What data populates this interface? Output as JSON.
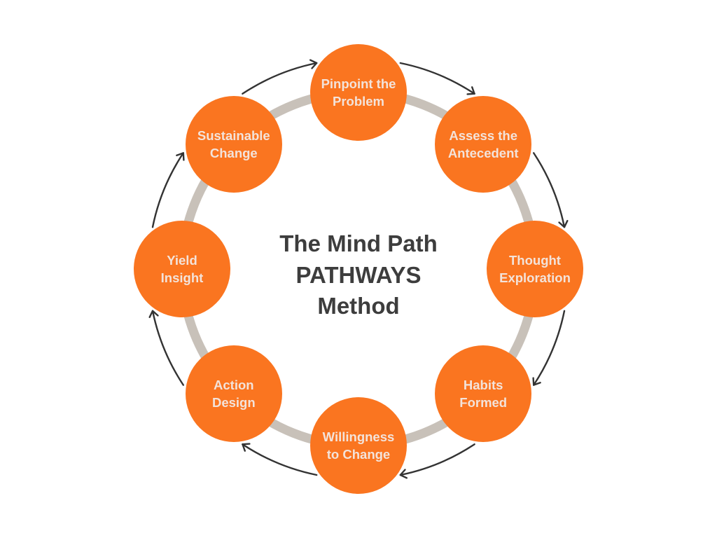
{
  "diagram": {
    "title_lines": [
      "The Mind Path",
      "PATHWAYS",
      "Method"
    ],
    "colors": {
      "node_fill": "#FA7520",
      "node_text": "#F3E3DA",
      "ring": "#C8C1B9",
      "arrow": "#333333",
      "title_text": "#3D3D3D",
      "background": "#FFFFFF"
    },
    "flow_direction": "clockwise",
    "nodes": [
      {
        "id": "pinpoint-the-problem",
        "lines": [
          "Pinpoint the",
          "Problem"
        ]
      },
      {
        "id": "assess-the-antecedent",
        "lines": [
          "Assess the",
          "Antecedent"
        ]
      },
      {
        "id": "thought-exploration",
        "lines": [
          "Thought",
          "Exploration"
        ]
      },
      {
        "id": "habits-formed",
        "lines": [
          "Habits",
          "Formed"
        ]
      },
      {
        "id": "willingness-to-change",
        "lines": [
          "Willingness",
          "to Change"
        ]
      },
      {
        "id": "action-design",
        "lines": [
          "Action",
          "Design"
        ]
      },
      {
        "id": "yield-insight",
        "lines": [
          "Yield",
          "Insight"
        ]
      },
      {
        "id": "sustainable-change",
        "lines": [
          "Sustainable",
          "Change"
        ]
      }
    ],
    "arrows": [
      {
        "from": "sustainable-change",
        "to": "pinpoint-the-problem"
      },
      {
        "from": "pinpoint-the-problem",
        "to": "assess-the-antecedent"
      },
      {
        "from": "assess-the-antecedent",
        "to": "thought-exploration"
      },
      {
        "from": "thought-exploration",
        "to": "habits-formed"
      },
      {
        "from": "habits-formed",
        "to": "willingness-to-change"
      },
      {
        "from": "willingness-to-change",
        "to": "action-design"
      },
      {
        "from": "action-design",
        "to": "yield-insight"
      },
      {
        "from": "yield-insight",
        "to": "sustainable-change"
      }
    ]
  }
}
